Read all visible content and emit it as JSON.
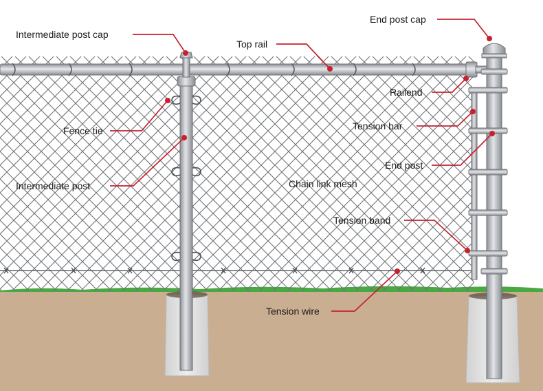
{
  "labels": {
    "intermediate_post_cap": "Intermediate post cap",
    "top_rail": "Top rail",
    "end_post_cap": "End post cap",
    "rail_end": "Railend",
    "tension_bar": "Tension bar",
    "fence_tie": "Fence tie",
    "end_post": "End post",
    "intermediate_post": "Intermediate post",
    "chain_link_mesh": "Chain link mesh",
    "tension_band": "Tension band",
    "tension_wire": "Tension wire"
  },
  "colors": {
    "leader": "#c8202f",
    "metal": "#b9bcc0",
    "metal_dark": "#7d8086",
    "mesh": "#6f7378",
    "ground": "#c9ae91",
    "grass": "#3f9a3a",
    "concrete": "#e0e0e0"
  }
}
